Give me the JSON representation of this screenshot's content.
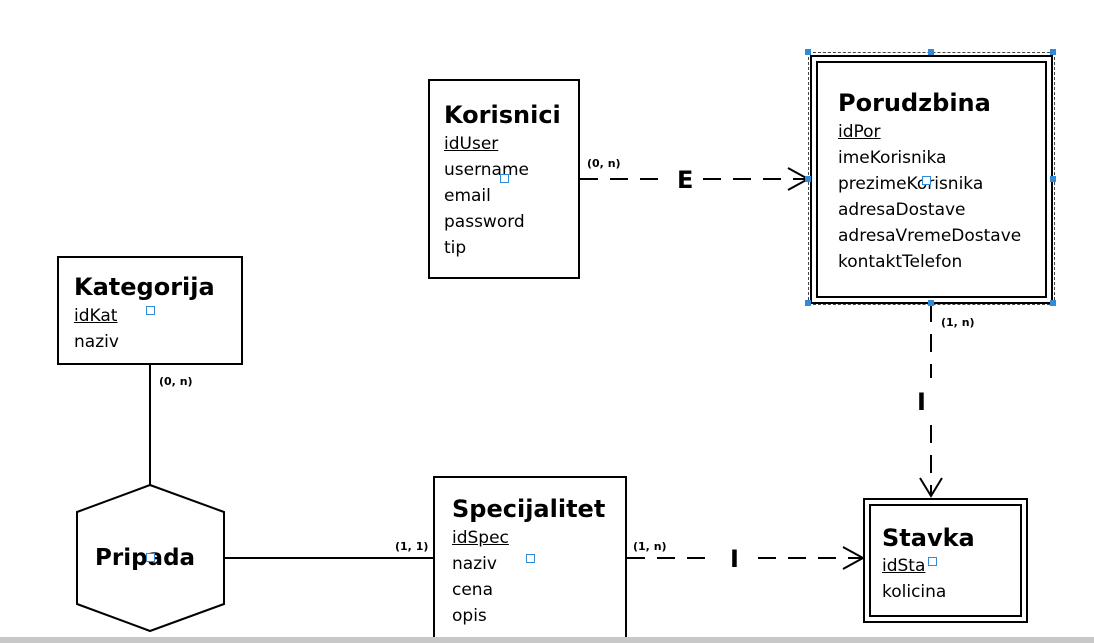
{
  "entities": {
    "korisnici": {
      "title": "Korisnici",
      "pk": "idUser",
      "attrs": [
        "username",
        "email",
        "password",
        "tip"
      ]
    },
    "porudzbina": {
      "title": "Porudzbina",
      "pk": "idPor ",
      "attrs": [
        "imeKorisnika",
        "prezimeKorisnika",
        "adresaDostave",
        "adresaVremeDostave",
        "kontaktTelefon"
      ]
    },
    "kategorija": {
      "title": "Kategorija",
      "pk": "idKat",
      "attrs": [
        "naziv"
      ]
    },
    "specijalitet": {
      "title": "Specijalitet",
      "pk": "idSpec ",
      "attrs": [
        "naziv",
        "cena",
        "opis"
      ]
    },
    "stavka": {
      "title": "Stavka",
      "pk": "idSta",
      "attrs": [
        "kolicina"
      ]
    }
  },
  "relationships": {
    "korisnici_porudzbina": {
      "label": "E",
      "cardinality": "(0, n)"
    },
    "porudzbina_stavka": {
      "label": "I",
      "cardinality": "(1, n)"
    },
    "specijalitet_stavka": {
      "label": "I",
      "cardinality": "(1, n)"
    },
    "pripada": {
      "label": "Pripada",
      "card_kategorija": "(0, n)",
      "card_specijalitet": "(1, 1)"
    }
  },
  "colors": {
    "line": "#000000",
    "port": "#2f8ad8",
    "handle": "#2f8ad8"
  }
}
